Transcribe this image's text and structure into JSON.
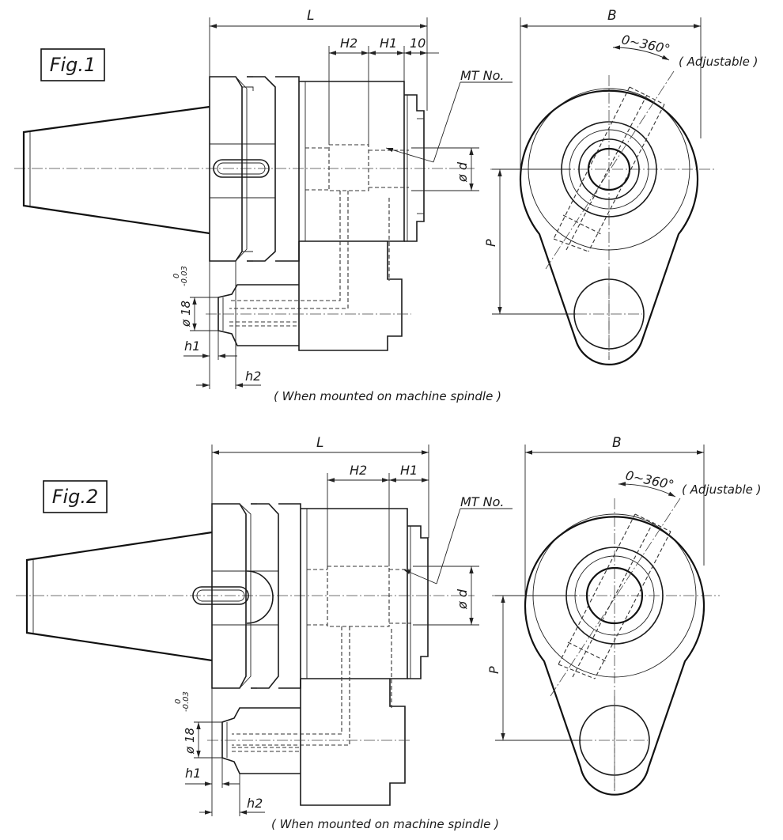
{
  "figures": [
    {
      "title": "Fig.1",
      "dims": {
        "L": "L",
        "B": "B",
        "H2": "H2",
        "H1": "H1",
        "ten": "10",
        "P": "P",
        "phi_d": "ø d",
        "h1": "h1",
        "h2": "h2",
        "dia18": "ø 18",
        "tol_upper": "0",
        "tol_lower": "-0.03"
      },
      "mt_no": "MT No.",
      "angle": "0~360°",
      "adjustable": "( Adjustable )",
      "caption": "( When mounted on machine spindle )"
    },
    {
      "title": "Fig.2",
      "dims": {
        "L": "L",
        "B": "B",
        "H2": "H2",
        "H1": "H1",
        "P": "P",
        "phi_d": "ø d",
        "h1": "h1",
        "h2": "h2",
        "dia18": "ø 18",
        "tol_upper": "0",
        "tol_lower": "-0.03"
      },
      "mt_no": "MT No.",
      "angle": "0~360°",
      "adjustable": "( Adjustable )",
      "caption": "( When mounted on machine spindle )"
    }
  ]
}
